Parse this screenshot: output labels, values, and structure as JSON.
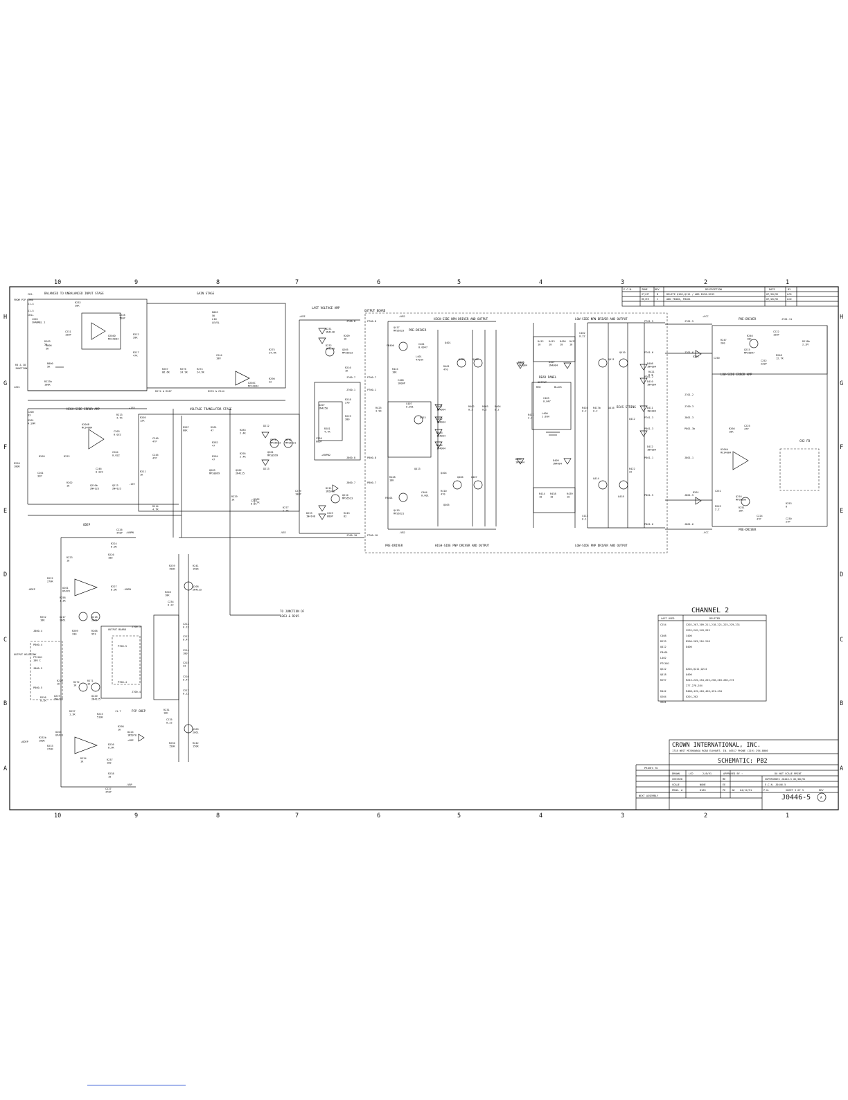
{
  "zone_columns": [
    "10",
    "9",
    "8",
    "7",
    "6",
    "5",
    "4",
    "3",
    "2",
    "1"
  ],
  "zone_rows": [
    "H",
    "G",
    "F",
    "E",
    "D",
    "C",
    "B",
    "A"
  ],
  "revision_table": {
    "headers": [
      "E.C.N.",
      "ZONE",
      "REV",
      "DESCRIPTION",
      "DATE",
      "BY"
    ],
    "rows": [
      [
        "",
        "ST/HT",
        "B",
        "DELETE Q102,Q111 / ADD D130-D133",
        "07/28/92",
        "LCD"
      ],
      [
        "",
        "HE/EE",
        "C",
        "ADD FB400, FB401",
        "07/28/92",
        "LCD"
      ]
    ]
  },
  "section_labels": {
    "balanced": "BALANCED TO UNBALANCED INPUT STAGE",
    "gain": "GAIN STAGE",
    "last_voltage": "LAST VOLTAGE AMP",
    "output_board": "OUTPUT BOARD",
    "pre_driver_top": "PRE-DRIVER",
    "hs_npn": "HIGH-SIDE NPN DRIVER AND OUTPUT",
    "ls_npn": "LOW-SIDE NPN DRIVER AND OUTPUT",
    "pre_driver_right": "PRE-DRIVER",
    "hs_error": "HIGH-SIDE ERROR AMP",
    "translator": "VOLTAGE TRANSLATOR STAGE",
    "ls_error": "LOW-SIDE ERROR AMP",
    "bias_string": "BIAS STRING",
    "rear_panel": "REAR PANEL",
    "ch2_fb": "CH2 FB",
    "odep": "ODEP",
    "pre_driver_bottom": "PRE-DRIVER",
    "hs_pnp": "HIGH-SIDE PNP DRIVER AND OUTPUT",
    "ls_pnp": "LOW-SIDE PNP DRIVER AND OUTPUT",
    "pre_driver_br": "PRE-DRIVER",
    "to_junction": "TO JUNCTION OF",
    "to_junction_2": "R263 & R265",
    "pip_odep": "PIP ODEP",
    "output_heatsink": "OUTPUT HEATSINK",
    "output_board_small": "OUTPUT BOARD"
  },
  "component_labels": [
    {
      "k": "c1",
      "ref": "R232",
      "val": "20K"
    },
    {
      "k": "c2",
      "ref": "C228",
      "val": "150P"
    },
    {
      "k": "c3",
      "ref": "U204D",
      "val": "MC34084"
    },
    {
      "k": "c4",
      "ref": "R212",
      "val": "20K"
    },
    {
      "k": "c5",
      "ref": "R217",
      "val": "47K"
    },
    {
      "k": "c6",
      "ref": "J205",
      "val": "CHANNEL 2"
    },
    {
      "k": "c7",
      "ref": "R203",
      "val": "5K"
    },
    {
      "k": "c8",
      "ref": "C231",
      "val": "150P"
    },
    {
      "k": "c9",
      "ref": "R275",
      "val": "24.9K"
    },
    {
      "k": "c10",
      "ref": "C244",
      "val": "10U"
    },
    {
      "k": "c11",
      "ref": "U204C",
      "val": "MC34084"
    },
    {
      "k": "c12",
      "ref": "R290",
      "val": "22"
    },
    {
      "k": "c13",
      "ref": "R267",
      "val": "86.6K"
    },
    {
      "k": "c14",
      "ref": "R276",
      "val": "24.9K"
    },
    {
      "k": "c15",
      "ref": "R274",
      "val": "24.9K"
    },
    {
      "k": "c16",
      "ref": "R201",
      "val": "4.99M"
    },
    {
      "k": "c17",
      "ref": "U204B",
      "val": "MC34084"
    },
    {
      "k": "c18",
      "ref": "C203",
      "val": "0.022"
    },
    {
      "k": "c19",
      "ref": "R213",
      "val": "4.7K"
    },
    {
      "k": "c20",
      "ref": "R205",
      "val": "12K"
    },
    {
      "k": "c21",
      "ref": "C240",
      "val": "47P"
    },
    {
      "k": "c22",
      "ref": "R207",
      "val": "68K"
    },
    {
      "k": "c23",
      "ref": "R261",
      "val": "47"
    },
    {
      "k": "c24",
      "ref": "Q211",
      "val": "MPS6523"
    },
    {
      "k": "c25",
      "ref": "Q212",
      "val": "MPS6521"
    },
    {
      "k": "c26",
      "ref": "R283",
      "val": "2.4K"
    },
    {
      "k": "c27",
      "ref": "Q207",
      "val": "2N4250"
    },
    {
      "k": "c28",
      "ref": "R281",
      "val": "4.7K"
    },
    {
      "k": "c29",
      "ref": "C220",
      "val": "680P"
    },
    {
      "k": "c30",
      "ref": "D211",
      "val": "1N5070"
    },
    {
      "k": "c31",
      "ref": "R209",
      "val": "1K"
    },
    {
      "k": "c32",
      "ref": "Q210",
      "val": "MPS6523"
    },
    {
      "k": "c33",
      "ref": "R219",
      "val": "300"
    },
    {
      "k": "c34",
      "ref": "D231",
      "val": "1N4148"
    },
    {
      "k": "c35",
      "ref": "D232",
      "val": "1N4148"
    },
    {
      "k": "c36",
      "ref": "Q205",
      "val": "MPS6523"
    },
    {
      "k": "c37",
      "ref": "R218",
      "val": "270"
    },
    {
      "k": "c38",
      "ref": "R216",
      "val": "1K"
    },
    {
      "k": "c39",
      "ref": "Q417",
      "val": "MPS6523"
    },
    {
      "k": "c40",
      "ref": "FB400",
      "val": ""
    },
    {
      "k": "c41",
      "ref": "C401",
      "val": "0.0047"
    },
    {
      "k": "c42",
      "ref": "L401",
      "val": "470uH"
    },
    {
      "k": "c43",
      "ref": "R424",
      "val": "18K"
    },
    {
      "k": "c44",
      "ref": "C408",
      "val": "1800P"
    },
    {
      "k": "c45",
      "ref": "R425",
      "val": "3.9K"
    },
    {
      "k": "c46",
      "ref": "Q415",
      "val": ""
    },
    {
      "k": "c47",
      "ref": "C407",
      "val": "0.001"
    },
    {
      "k": "c48",
      "ref": "D401",
      "val": "1N4004"
    },
    {
      "k": "c49",
      "ref": "D402",
      "val": "1N4004"
    },
    {
      "k": "c50",
      "ref": "D403",
      "val": "1N4004"
    },
    {
      "k": "c51",
      "ref": "D404",
      "val": "1N4004"
    },
    {
      "k": "c52",
      "ref": "Q401",
      "val": ""
    },
    {
      "k": "c53",
      "ref": "Q402",
      "val": ""
    },
    {
      "k": "c54",
      "ref": "Q403",
      "val": ""
    },
    {
      "k": "c55",
      "ref": "R401",
      "val": "470"
    },
    {
      "k": "c56",
      "ref": "R402",
      "val": "0.2"
    },
    {
      "k": "c57",
      "ref": "R403",
      "val": "0.2"
    },
    {
      "k": "c58",
      "ref": "R404",
      "val": "0.2"
    },
    {
      "k": "c59",
      "ref": "D405",
      "val": "1N4004"
    },
    {
      "k": "c60",
      "ref": "D407",
      "val": "1N4004"
    },
    {
      "k": "c61",
      "ref": "R412",
      "val": "10"
    },
    {
      "k": "c62",
      "ref": "R413",
      "val": "10"
    },
    {
      "k": "c63",
      "ref": "R436",
      "val": "10"
    },
    {
      "k": "c64",
      "ref": "R437",
      "val": "10"
    },
    {
      "k": "c65",
      "ref": "C402",
      "val": "0.22"
    },
    {
      "k": "c66",
      "ref": "C403",
      "val": "0.047"
    },
    {
      "k": "c67",
      "ref": "L400",
      "val": "1.8uH"
    },
    {
      "k": "c68",
      "ref": "R417",
      "val": "2.7"
    },
    {
      "k": "c69",
      "ref": "D408",
      "val": "1N4004"
    },
    {
      "k": "c70",
      "ref": "D410",
      "val": "1N4004"
    },
    {
      "k": "c71",
      "ref": "D411",
      "val": "1N4004"
    },
    {
      "k": "c72",
      "ref": "D412",
      "val": "1N4004"
    },
    {
      "k": "c73",
      "ref": "Q410",
      "val": ""
    },
    {
      "k": "c74",
      "ref": "Q411",
      "val": ""
    },
    {
      "k": "c75",
      "ref": "Q412",
      "val": ""
    },
    {
      "k": "c76",
      "ref": "R421",
      "val": "6.8"
    },
    {
      "k": "c77",
      "ref": "R416",
      "val": "0.2"
    },
    {
      "k": "c78",
      "ref": "R417b",
      "val": "0.2"
    },
    {
      "k": "c79",
      "ref": "Q416",
      "val": ""
    },
    {
      "k": "c80",
      "ref": "R422",
      "val": "22"
    },
    {
      "k": "c81",
      "ref": "Q414",
      "val": ""
    },
    {
      "k": "c82",
      "ref": "Q413",
      "val": ""
    },
    {
      "k": "c83",
      "ref": "C404",
      "val": "0.001"
    },
    {
      "k": "c84",
      "ref": "Q404",
      "val": ""
    },
    {
      "k": "c85",
      "ref": "Q405",
      "val": ""
    },
    {
      "k": "c86",
      "ref": "Q406",
      "val": ""
    },
    {
      "k": "c87",
      "ref": "Q407",
      "val": ""
    },
    {
      "k": "c88",
      "ref": "R410",
      "val": "470"
    },
    {
      "k": "c89",
      "ref": "R428",
      "val": "18K"
    },
    {
      "k": "c90",
      "ref": "FB401",
      "val": ""
    },
    {
      "k": "c91",
      "ref": "Q419",
      "val": "MPS6521"
    },
    {
      "k": "c92",
      "ref": "D406",
      "val": "1N4004"
    },
    {
      "k": "c93",
      "ref": "D409",
      "val": "1N4004"
    },
    {
      "k": "c94",
      "ref": "R414",
      "val": "10"
    },
    {
      "k": "c95",
      "ref": "R438",
      "val": "10"
    },
    {
      "k": "c96",
      "ref": "R439",
      "val": "10"
    },
    {
      "k": "c97",
      "ref": "C413",
      "val": "0.1"
    },
    {
      "k": "c98",
      "ref": "Q418",
      "val": ""
    },
    {
      "k": "c99",
      "ref": "R247",
      "val": "200"
    },
    {
      "k": "c100",
      "ref": "Q215",
      "val": "MPS8097"
    },
    {
      "k": "c101",
      "ref": "C250",
      "val": ""
    },
    {
      "k": "c102",
      "ref": "D255",
      "val": ""
    },
    {
      "k": "c103",
      "ref": "C252",
      "val": "220P"
    },
    {
      "k": "c104",
      "ref": "R248",
      "val": "12.7K"
    },
    {
      "k": "c105",
      "ref": "C222",
      "val": "150P"
    },
    {
      "k": "c106",
      "ref": "R246",
      "val": "10K"
    },
    {
      "k": "c107",
      "ref": "R218b",
      "val": "2.2M"
    },
    {
      "k": "c108",
      "ref": "C225",
      "val": "47P"
    },
    {
      "k": "c109",
      "ref": "U204A",
      "val": "MC34084"
    },
    {
      "k": "c110",
      "ref": "R266",
      "val": "10K"
    },
    {
      "k": "c111",
      "ref": "D201",
      "val": ""
    },
    {
      "k": "c112",
      "ref": "C251",
      "val": ""
    },
    {
      "k": "c113",
      "ref": "R249",
      "val": "2.2"
    },
    {
      "k": "c114",
      "ref": "Q216",
      "val": "MPS8099"
    },
    {
      "k": "c115",
      "ref": "R251",
      "val": "10K"
    },
    {
      "k": "c116",
      "ref": "C224",
      "val": "47P"
    },
    {
      "k": "c117",
      "ref": "R253",
      "val": "0"
    },
    {
      "k": "c118",
      "ref": "C230",
      "val": "27P"
    },
    {
      "k": "c119",
      "ref": "C226",
      "val": "470P"
    },
    {
      "k": "c120",
      "ref": "R224",
      "val": "8.9K"
    },
    {
      "k": "c121",
      "ref": "R223",
      "val": "10"
    },
    {
      "k": "c122",
      "ref": "R226",
      "val": "100"
    },
    {
      "k": "c123",
      "ref": "R227",
      "val": "8.9K"
    },
    {
      "k": "c124",
      "ref": "R222",
      "val": "270K"
    },
    {
      "k": "c125",
      "ref": "U201",
      "val": "UPA78"
    },
    {
      "k": "c126",
      "ref": "R258",
      "val": "1.3K"
    },
    {
      "k": "c127",
      "ref": "R252",
      "val": "18K"
    },
    {
      "k": "c128",
      "ref": "Q217",
      "val": "2061"
    },
    {
      "k": "c129",
      "ref": "Q218",
      "val": "2061"
    },
    {
      "k": "c130",
      "ref": "R269",
      "val": "330"
    },
    {
      "k": "c131",
      "ref": "R268",
      "val": "953"
    },
    {
      "k": "c132",
      "ref": "PTC401",
      "val": "100 C"
    },
    {
      "k": "c133",
      "ref": "R270",
      "val": "1K"
    },
    {
      "k": "c134",
      "ref": "R272",
      "val": "1K"
    },
    {
      "k": "c135",
      "ref": "R271",
      "val": "1K"
    },
    {
      "k": "c136",
      "ref": "Q219",
      "val": "2N4125"
    },
    {
      "k": "c137",
      "ref": "Q220",
      "val": "2N4125"
    },
    {
      "k": "c138",
      "ref": "R256",
      "val": "0.1K"
    },
    {
      "k": "c139",
      "ref": "R297",
      "val": "1.3K"
    },
    {
      "k": "c140",
      "ref": "R232b",
      "val": "100K"
    },
    {
      "k": "c141",
      "ref": "R233",
      "val": "270K"
    },
    {
      "k": "c142",
      "ref": "U203",
      "val": "UPA78"
    },
    {
      "k": "c143",
      "ref": "R234",
      "val": "1K"
    },
    {
      "k": "c144",
      "ref": "R236",
      "val": "8.9K"
    },
    {
      "k": "c145",
      "ref": "R237",
      "val": "100"
    },
    {
      "k": "c146",
      "ref": "R238",
      "val": "10"
    },
    {
      "k": "c147",
      "ref": "C227",
      "val": "470P"
    },
    {
      "k": "c148",
      "ref": "R215",
      "val": "510K"
    },
    {
      "k": "c149",
      "ref": "R298",
      "val": "1K"
    },
    {
      "k": "c150",
      "ref": "D224",
      "val": "1N5070"
    },
    {
      "k": "c151",
      "ref": "R239",
      "val": "150K"
    },
    {
      "k": "c152",
      "ref": "R241",
      "val": "150K"
    },
    {
      "k": "c153",
      "ref": "Q208",
      "val": "2N4125"
    },
    {
      "k": "c154",
      "ref": "R228",
      "val": "10K"
    },
    {
      "k": "c155",
      "ref": "C234",
      "val": "0.22"
    },
    {
      "k": "c156",
      "ref": "C212",
      "val": "0.12"
    },
    {
      "k": "c157",
      "ref": "C213",
      "val": "0.47"
    },
    {
      "k": "c158",
      "ref": "C214",
      "val": "100"
    },
    {
      "k": "c159",
      "ref": "C215",
      "val": "33"
    },
    {
      "k": "c160",
      "ref": "C216",
      "val": "0.47"
    },
    {
      "k": "c161",
      "ref": "C217",
      "val": "0.12"
    },
    {
      "k": "c162",
      "ref": "R231",
      "val": "10K"
    },
    {
      "k": "c163",
      "ref": "C235",
      "val": "0.22"
    },
    {
      "k": "c164",
      "ref": "Q209",
      "val": "2061"
    },
    {
      "k": "c165",
      "ref": "R230",
      "val": "150K"
    },
    {
      "k": "c166",
      "ref": "R242",
      "val": "150K"
    },
    {
      "k": "c167",
      "ref": "R284",
      "val": "47"
    },
    {
      "k": "c168",
      "ref": "R282",
      "val": "47"
    },
    {
      "k": "c169",
      "ref": "Q203",
      "val": "MPS8099"
    },
    {
      "k": "c170",
      "ref": "Q202",
      "val": "2N4125"
    },
    {
      "k": "c171",
      "ref": "R295",
      "val": "2.4K"
    },
    {
      "k": "c172",
      "ref": "Q201",
      "val": "MPS8599"
    },
    {
      "k": "c173",
      "ref": "R229",
      "val": "1K"
    },
    {
      "k": "c174",
      "ref": "C219",
      "val": "100P"
    },
    {
      "k": "c175",
      "ref": "R214",
      "val": "4.7K"
    },
    {
      "k": "c176",
      "ref": "C248",
      "val": "0.01"
    },
    {
      "k": "c177",
      "ref": "D233",
      "val": "1N4148"
    },
    {
      "k": "c178",
      "ref": "C249",
      "val": "680P"
    },
    {
      "k": "c179",
      "ref": "R243",
      "val": "82"
    },
    {
      "k": "c180",
      "ref": "D212",
      "val": ""
    },
    {
      "k": "c181",
      "ref": "D213",
      "val": ""
    },
    {
      "k": "c182",
      "ref": "R262",
      "val": "2.7K"
    },
    {
      "k": "c183",
      "ref": "R277",
      "val": "2.7K"
    },
    {
      "k": "c184",
      "ref": "R211",
      "val": "1K"
    },
    {
      "k": "c185",
      "ref": "C246",
      "val": "0.022"
    },
    {
      "k": "c186",
      "ref": "C245",
      "val": "47P"
    },
    {
      "k": "c187",
      "ref": "C204",
      "val": "0.022"
    },
    {
      "k": "c188",
      "ref": "D209",
      "val": ""
    },
    {
      "k": "c189",
      "ref": "D222",
      "val": ""
    },
    {
      "k": "c190",
      "ref": "C201",
      "val": "33P"
    },
    {
      "k": "c191",
      "ref": "R202",
      "val": "1K"
    },
    {
      "k": "c192",
      "ref": "Q210b",
      "val": "2N4125"
    },
    {
      "k": "c193",
      "ref": "Q213",
      "val": "2N4125"
    },
    {
      "k": "c194",
      "ref": "R220",
      "val": "100K"
    },
    {
      "k": "c195",
      "ref": "C200",
      "val": "33"
    },
    {
      "k": "c196",
      "ref": "R223b",
      "val": "100K"
    },
    {
      "k": "c197",
      "ref": "R806",
      "val": "5K"
    },
    {
      "k": "c198",
      "ref": "R800",
      "val": "5K"
    }
  ],
  "net_labels": {
    "n1": "J700-8",
    "n2": "P700-8",
    "n3": "J700-7",
    "n4": "P700-7",
    "n5": "J700-1",
    "n6": "P700-1",
    "n7": "J800-8",
    "n8": "P800-8",
    "n9": "J800-7",
    "n10": "P800-7",
    "n11": "J700-10",
    "n12": "P700-10",
    "n13": "P701-5",
    "n14": "J701-5",
    "n15": "P701-6",
    "n16": "J701-6",
    "n17": "P701-2",
    "n18": "J701-2",
    "n19": "P701-3",
    "n20": "P801-3",
    "n21": "P801-1",
    "n22": "J801-1",
    "n23": "P801-5",
    "n24": "J801-5",
    "n25": "P801-6",
    "n26": "J801-6",
    "n27": "P801-3b",
    "n28": "J801-3",
    "n29": "+VCC",
    "n30": "-VCC",
    "n31": "+VB2",
    "n32": "-VB2",
    "n33": "+15V",
    "n34": "-15V",
    "n35": "+VEE",
    "n36": "-VEE",
    "n37": "FROM PIP CARD",
    "n38": "CH2-",
    "n39": "J1-4",
    "n40": "J1-5",
    "n41": "CH2+",
    "n42": "R3 & C8",
    "n43": "JUNCTION",
    "n44": "J201",
    "n45": "+VNPN",
    "n46": "-VNPN",
    "n47": "J701-11",
    "n48": "P800-4",
    "n49": "P800-5",
    "n50": "J800-5",
    "n51": "J800-4",
    "n52": "+ODEP",
    "n53": "-ODEP",
    "n54": "+VBP",
    "n55": "-VBP",
    "n56": "P700-5",
    "n57": "P700-4",
    "n58": "J700-5",
    "n59": "J700-4",
    "n60": "J1-7",
    "n61": "R274 & R267",
    "n62": "R276 & C244",
    "n63": "+VNPN2",
    "n64": "J700-3"
  },
  "rear_panel": {
    "output": "OUTPUT",
    "red": "RED",
    "black": "BLACK"
  },
  "level_control": {
    "ref": "R803",
    "val": "5K",
    "unit": "LIN",
    "name": "LEVEL"
  },
  "channel_table": {
    "title": "CHANNEL 2",
    "headers": [
      "LAST USED",
      "DELETED"
    ],
    "rows": [
      [
        "C254",
        "C202,207,209-211,218-221,225,229,231"
      ],
      [
        "",
        "C232,242,243,253"
      ],
      [
        "C408",
        "C400"
      ],
      [
        "D233",
        "D200-203,216-218"
      ],
      [
        "Q412",
        "D400"
      ],
      [
        "FB401",
        ""
      ],
      [
        "L402",
        ""
      ],
      [
        "PTC401",
        ""
      ],
      [
        "Q222",
        "Q204,Q211,Q214"
      ],
      [
        "Q418",
        "Q400"
      ],
      [
        "R297",
        "R243-245,254,255,256,263-266,273"
      ],
      [
        "",
        "277,278,284"
      ],
      [
        "R442",
        "R408,415,418,426,431-434"
      ],
      [
        "U204",
        "U201,202"
      ],
      [
        "S201",
        ""
      ]
    ]
  },
  "title_block": {
    "company": "CROWN  INTERNATIONAL,  INC.",
    "address": "1718 WEST MISHAWAKA ROAD   ELKHART, IN. 46517   PHONE (219) 294-8000",
    "title": "SCHEMATIC: PB2",
    "prints_to": "PRINTS TO",
    "drawn_label": "DRAWN",
    "drawn": "LCD",
    "drawn_date": "2/8/91",
    "approved_label": "APPROVED BY :",
    "checked_label": "CHECKED",
    "me_label": "ME",
    "ee_label": "EE",
    "scale_label": "SCALE",
    "scale": "NONE",
    "prod_label": "PROD. #",
    "prod": "D183",
    "pe_label": "PE",
    "pe": "JW",
    "pe_date": "04/12/91",
    "next_assembly": "NEXT ASSEMBLY",
    "do_not_scale": "DO NOT SCALE PRINT",
    "supersedes": "SUPERSEDES  J0446-5  02/08/91",
    "ecn": "E.C.N.  J0446-5",
    "sheet": "SHEET 3 OF 3",
    "rev_label": "REV",
    "pn_label": "P.N.",
    "drawing_number": "J0446-5",
    "rev": "A"
  }
}
